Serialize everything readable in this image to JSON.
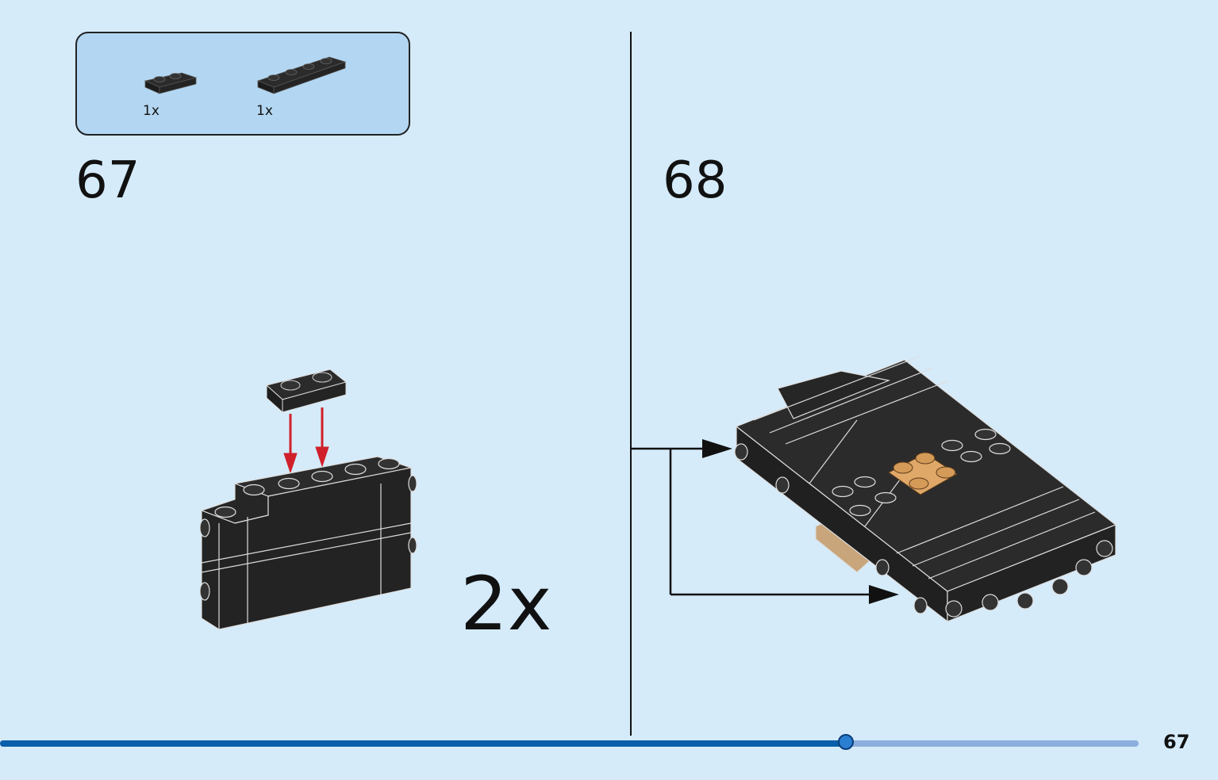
{
  "parts_list": {
    "items": [
      {
        "name": "plate-1x2-black",
        "quantity": "1x"
      },
      {
        "name": "plate-1x4-black",
        "quantity": "1x"
      }
    ]
  },
  "steps": [
    {
      "number": "67",
      "multiplier": "2x"
    },
    {
      "number": "68"
    }
  ],
  "footer": {
    "page_number": "67",
    "progress": 0.743
  },
  "colors": {
    "background": "#d5ebfa",
    "parts_box": "#b3d7f2",
    "brick": "#2b2b2b",
    "arrow_red": "#d0202a",
    "tan": "#e0a868",
    "progress_fill": "#0a5faa",
    "progress_track": "#8caede"
  }
}
